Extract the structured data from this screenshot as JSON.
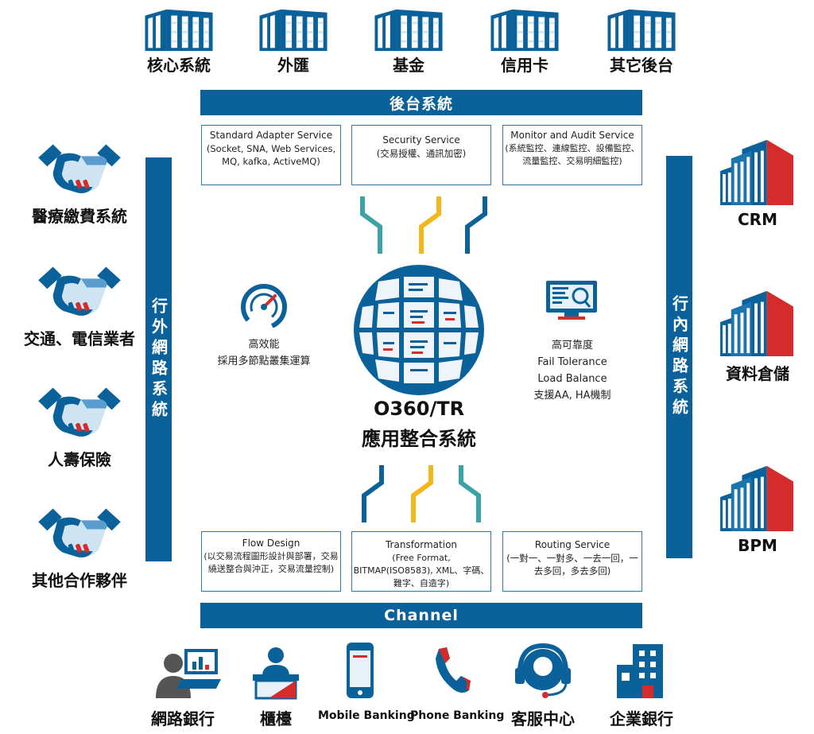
{
  "top_systems": [
    {
      "label": "核心系統",
      "icon": "building-icon"
    },
    {
      "label": "外匯",
      "icon": "building-icon"
    },
    {
      "label": "基金",
      "icon": "building-icon"
    },
    {
      "label": "信用卡",
      "icon": "building-icon"
    },
    {
      "label": "其它後台",
      "icon": "building-icon"
    }
  ],
  "backend_bar": "後台系統",
  "channel_bar": "Channel",
  "outer_network": "行外網路系統",
  "inner_network": "行內網路系統",
  "top_services": [
    {
      "title": "Standard Adapter Service",
      "desc": "(Socket, SNA, Web Services, MQ, kafka, ActiveMQ)"
    },
    {
      "title": "Security Service",
      "desc": "(交易授權、通訊加密)"
    },
    {
      "title": "Monitor and Audit Service",
      "desc": "(系統監控、連線監控、設備監控、流量監控、交易明細監控)"
    }
  ],
  "bottom_services": [
    {
      "title": "Flow Design",
      "desc": "(以交易流程圖形設計與部署，交易繞送整合與沖正，交易流量控制)"
    },
    {
      "title": "Transformation",
      "desc": "(Free Format, BITMAP(ISO8583), XML、字碼、難字、自造字)"
    },
    {
      "title": "Routing Service",
      "desc": "(一對一、一對多、一去一回，一去多回，多去多回)"
    }
  ],
  "center": {
    "name": "O360/TR",
    "subtitle": "應用整合系統"
  },
  "performance": {
    "title": "高效能",
    "desc": "採用多節點叢集運算",
    "icon": "speedometer-icon"
  },
  "reliability": {
    "lines": [
      "高可靠度",
      "Fail Tolerance",
      "Load Balance",
      "支援AA, HA機制"
    ],
    "icon": "monitor-icon"
  },
  "partners": [
    {
      "label": "醫療繳費系統",
      "icon": "handshake-icon"
    },
    {
      "label": "交通、電信業者",
      "icon": "handshake-icon"
    },
    {
      "label": "人壽保險",
      "icon": "handshake-icon"
    },
    {
      "label": "其他合作夥伴",
      "icon": "handshake-icon"
    }
  ],
  "internal_systems": [
    {
      "label": "CRM",
      "icon": "server-building-icon"
    },
    {
      "label": "資料倉儲",
      "icon": "server-building-icon"
    },
    {
      "label": "BPM",
      "icon": "server-building-icon"
    }
  ],
  "channels": [
    {
      "label": "網路銀行",
      "icon": "computer-user-icon"
    },
    {
      "label": "櫃檯",
      "icon": "teller-counter-icon"
    },
    {
      "label": "Mobile Banking",
      "icon": "smartphone-icon"
    },
    {
      "label": "Phone Banking",
      "icon": "telephone-icon"
    },
    {
      "label": "客服中心",
      "icon": "headset-icon"
    },
    {
      "label": "企業銀行",
      "icon": "office-building-icon"
    }
  ],
  "colors": {
    "primary": "#0b629a",
    "teal": "#3aa3a5",
    "yellow": "#f3b61b",
    "red": "#d52b2b",
    "light_blue": "#e5f0f8"
  }
}
